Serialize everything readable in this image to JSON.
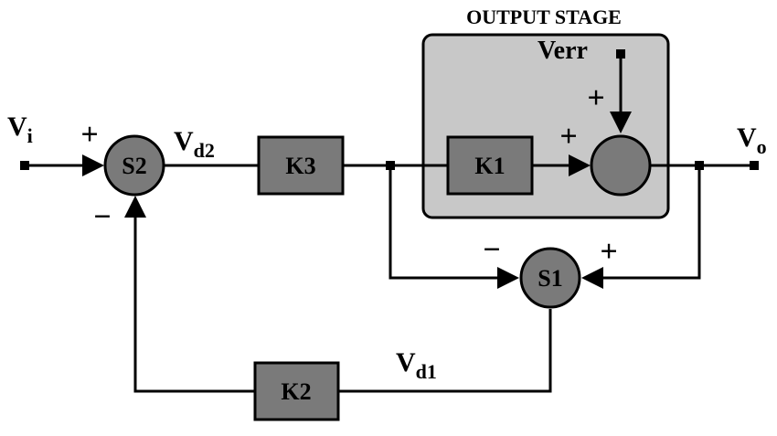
{
  "output_stage": {
    "title": "OUTPUT STAGE"
  },
  "signals": {
    "vi_main": "V",
    "vi_sub": "i",
    "vo_main": "V",
    "vo_sub": "o",
    "vd2_main": "V",
    "vd2_sub": "d2",
    "vd1_main": "V",
    "vd1_sub": "d1",
    "verr": "Verr"
  },
  "blocks": {
    "k1": "K1",
    "k2": "K2",
    "k3": "K3"
  },
  "summers": {
    "s1": "S1",
    "s2": "S2"
  },
  "signs": {
    "s2_top": "+",
    "s2_bottom": "−",
    "s1_left": "−",
    "s1_right": "+",
    "out_sum_top": "+",
    "out_sum_left": "+"
  }
}
